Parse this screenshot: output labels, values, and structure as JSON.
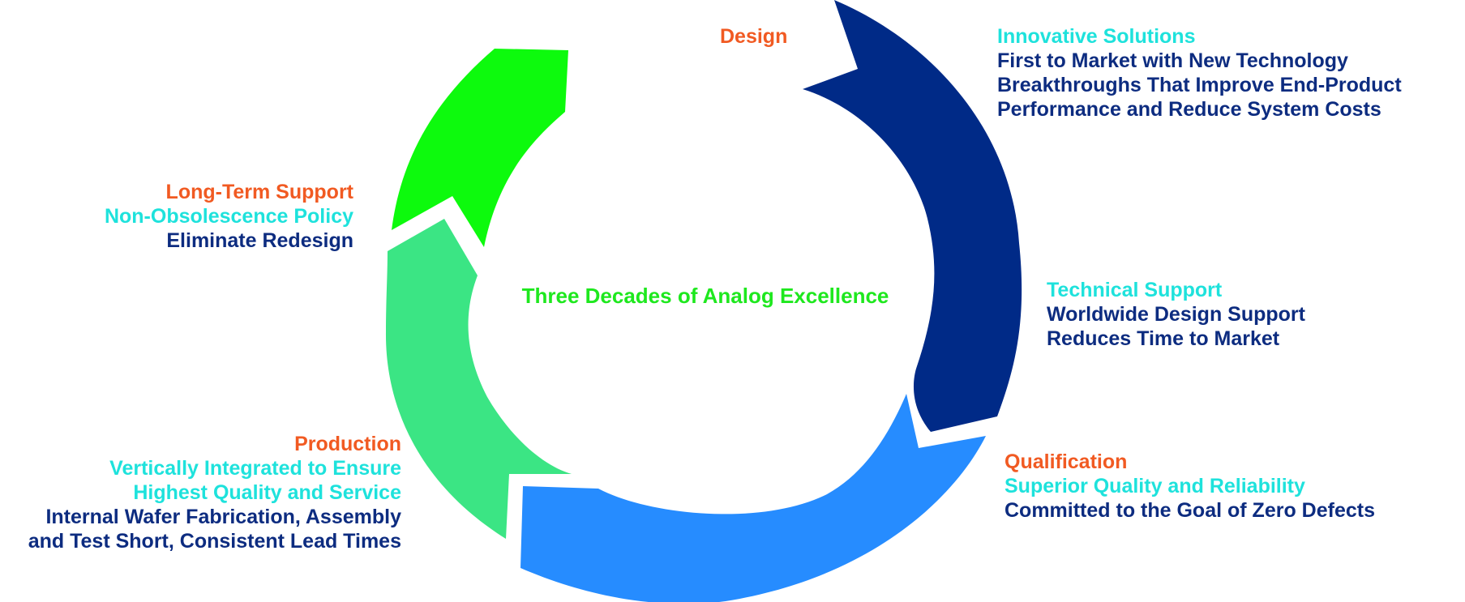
{
  "center_title": "Three Decades of Analog Excellence",
  "colors": {
    "design_arrow": "#002a87",
    "qualification_arrow": "#268cff",
    "production_arrow": "#3be584",
    "support_arrow": "#0dfa0d",
    "heading": "#f15a22",
    "subheading": "#1ee2dc",
    "body": "#0d2c80",
    "center": "#1ee81e"
  },
  "stages": {
    "design": {
      "heading": "Design",
      "subheading": "Innovative Solutions",
      "lines": [
        "First to Market with New Technology",
        "Breakthroughs That Improve End-Product",
        "Performance and Reduce System Costs"
      ]
    },
    "technical": {
      "subheading": "Technical Support",
      "lines": [
        "Worldwide Design Support",
        "Reduces Time to Market"
      ]
    },
    "qualification": {
      "heading": "Qualification",
      "subheading": "Superior Quality and Reliability",
      "lines": [
        "Committed to the Goal of Zero Defects"
      ]
    },
    "production": {
      "heading": "Production",
      "subheadings": [
        "Vertically Integrated to Ensure",
        "Highest Quality and Service"
      ],
      "lines": [
        "Internal Wafer Fabrication, Assembly",
        "and Test Short, Consistent Lead Times"
      ]
    },
    "support": {
      "heading": "Long-Term Support",
      "subheading": "Non-Obsolescence Policy",
      "lines": [
        "Eliminate Redesign"
      ]
    }
  }
}
